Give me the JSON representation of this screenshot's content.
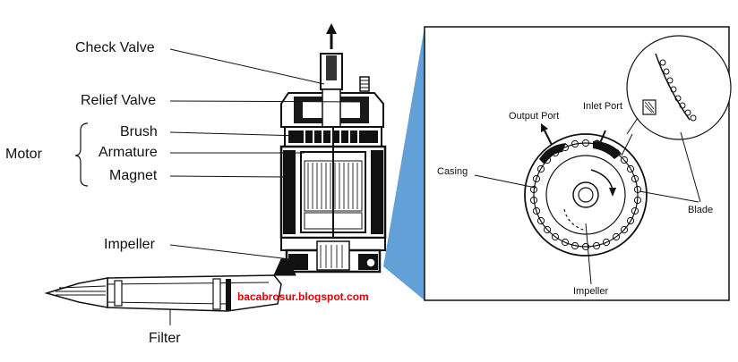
{
  "labels": {
    "check_valve": "Check Valve",
    "relief_valve": "Relief Valve",
    "brush": "Brush",
    "armature": "Armature",
    "magnet": "Magnet",
    "motor": "Motor",
    "impeller": "Impeller",
    "filter": "Filter"
  },
  "detail_labels": {
    "output_port": "Output Port",
    "inlet_port": "Inlet Port",
    "casing": "Casing",
    "blade": "Blade",
    "impeller": "Impeller"
  },
  "watermark": "bacabrosur.blogspot.com",
  "colors": {
    "line": "#111111",
    "callout_beam": "#5b9bd5",
    "watermark": "#e00000"
  }
}
